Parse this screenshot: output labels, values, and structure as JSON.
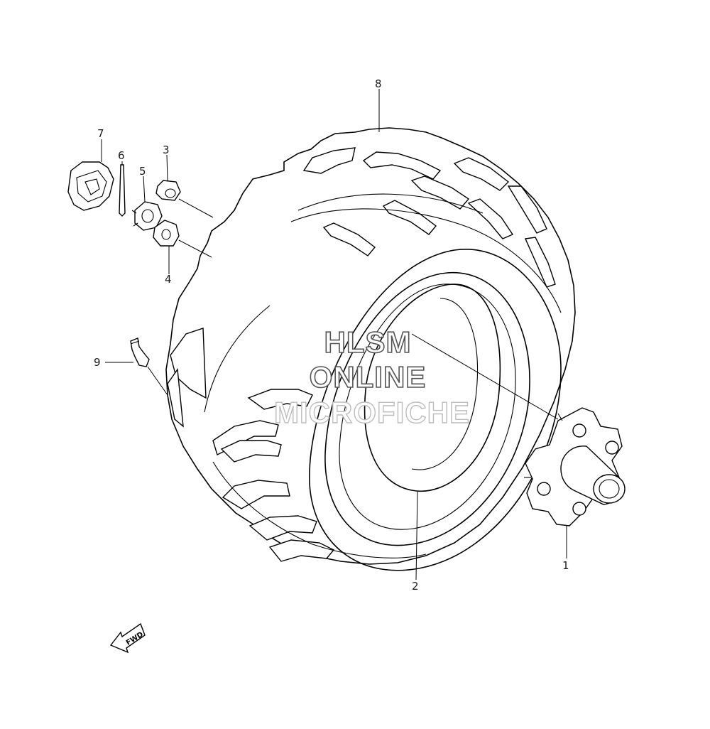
{
  "callouts": [
    {
      "id": "1",
      "label": "1"
    },
    {
      "id": "2",
      "label": "2"
    },
    {
      "id": "3",
      "label": "3"
    },
    {
      "id": "4",
      "label": "4"
    },
    {
      "id": "5",
      "label": "5"
    },
    {
      "id": "6",
      "label": "6"
    },
    {
      "id": "7",
      "label": "7"
    },
    {
      "id": "8",
      "label": "8"
    },
    {
      "id": "9",
      "label": "9"
    }
  ],
  "watermark": {
    "line1": "HLSM",
    "line2": "ONLINE",
    "line3": "MICROFICHE"
  },
  "direction_arrow": {
    "label": "FWD",
    "icon": "fwd-arrow-icon"
  }
}
